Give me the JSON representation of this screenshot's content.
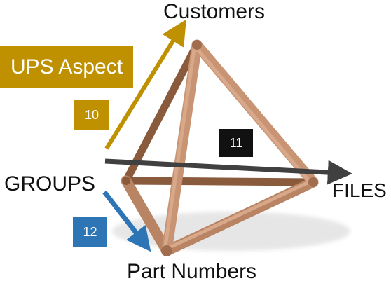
{
  "labels": {
    "top": "Customers",
    "left": "GROUPS",
    "right": "FILES",
    "bottom": "Part Numbers"
  },
  "badges": {
    "aspect": "UPS Aspect",
    "gold": "10",
    "black": "11",
    "blue": "12"
  },
  "colors": {
    "gold": "#BF9000",
    "black": "#111111",
    "arrow_gray": "#404040",
    "blue": "#2E75B6",
    "wood_dark": "#8A5A3C",
    "wood_mid": "#B98463",
    "wood_light": "#D7A98A"
  },
  "icons": {
    "shape": "wooden-tetrahedron-frame"
  }
}
